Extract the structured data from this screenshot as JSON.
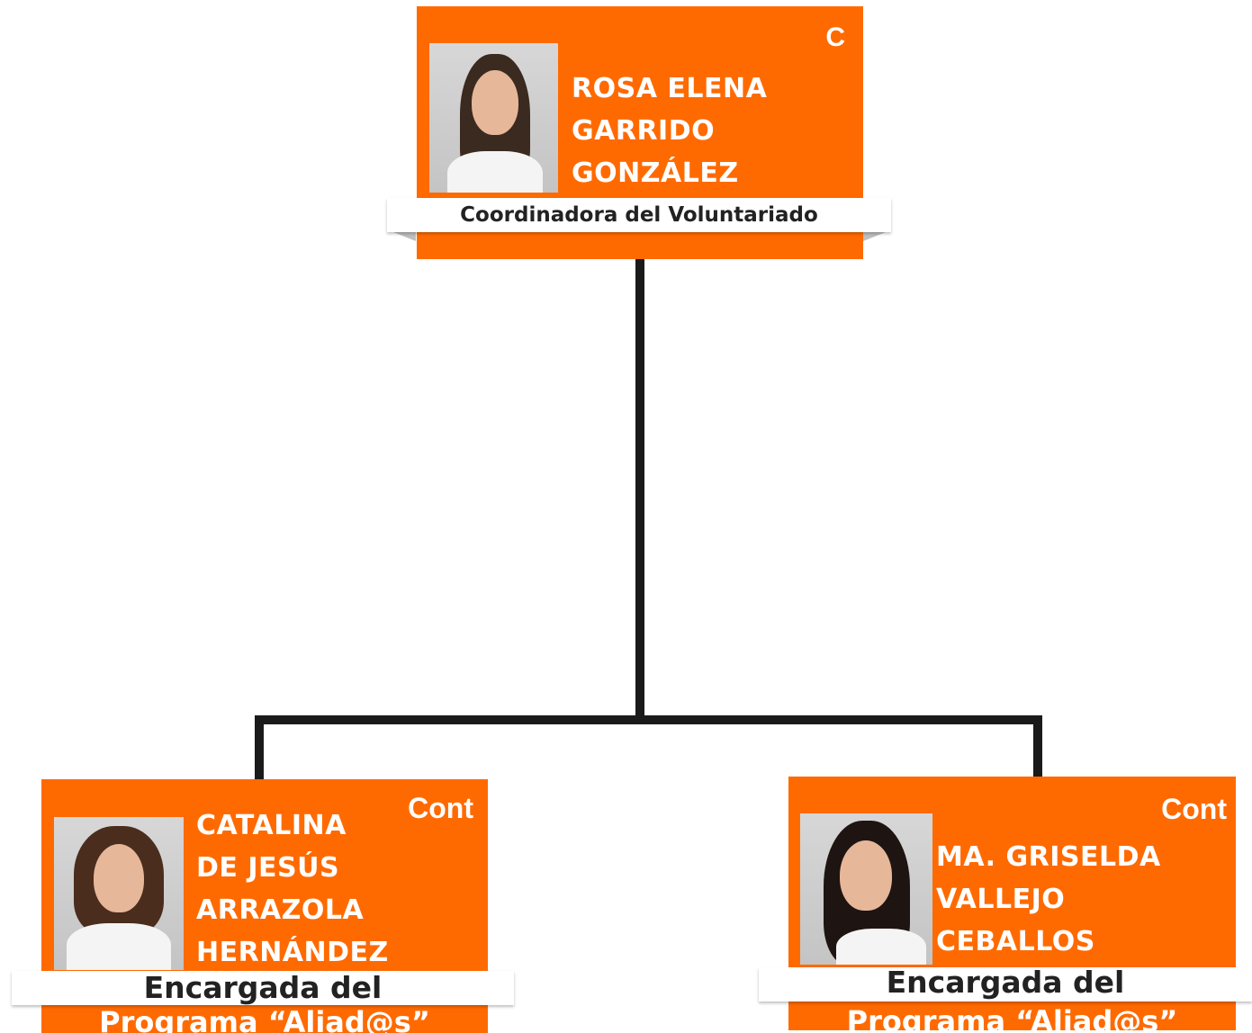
{
  "top": {
    "badge": "C",
    "name_lines": [
      "ROSA ELENA",
      "GARRIDO",
      "GONZÁLEZ"
    ],
    "role": "Coordinadora del Voluntariado"
  },
  "left": {
    "badge": "Cont",
    "name_lines": [
      "CATALINA",
      "DE JESÚS",
      "ARRAZOLA",
      "HERNÁNDEZ"
    ],
    "role": "Encargada del",
    "role_line2": "Programa “Aliad@s”"
  },
  "right": {
    "badge": "Cont",
    "name_lines": [
      "MA. GRISELDA",
      "VALLEJO",
      "CEBALLOS"
    ],
    "role": "Encargada del",
    "role_line2": "Programa “Aliad@s”"
  },
  "colors": {
    "card": "#ff6a00",
    "connector": "#1a1a1a",
    "ribbon": "#ffffff"
  }
}
